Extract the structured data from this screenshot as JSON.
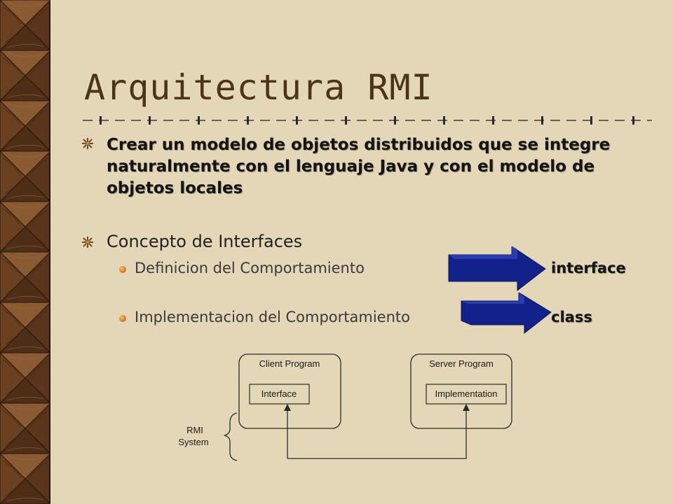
{
  "slide": {
    "title": "Arquitectura RMI",
    "bullets": [
      {
        "text": "Crear un modelo de objetos distribuidos que se integre naturalmente con el lenguaje Java y con el modelo de objetos locales"
      },
      {
        "text": "Concepto de Interfaces",
        "subitems": [
          {
            "text": "Definicion del Comportamiento",
            "keyword": "interface"
          },
          {
            "text": "Implementacion del Comportamiento",
            "keyword": "class"
          }
        ]
      }
    ]
  },
  "diagram": {
    "client_label": "Client Program",
    "interface_label": "Interface",
    "server_label": "Server Program",
    "implementation_label": "Implementation",
    "rmi_line1": "RMI",
    "rmi_line2": "System"
  },
  "colors": {
    "background": "#e4d7b8",
    "title": "#4a3516",
    "arrow_front": "#12228a",
    "arrow_top": "#2d44b8",
    "wood": "#6b4424"
  },
  "icons": {
    "bullet_level1": "asterisk-star-icon",
    "bullet_level2": "orange-dot-icon"
  }
}
